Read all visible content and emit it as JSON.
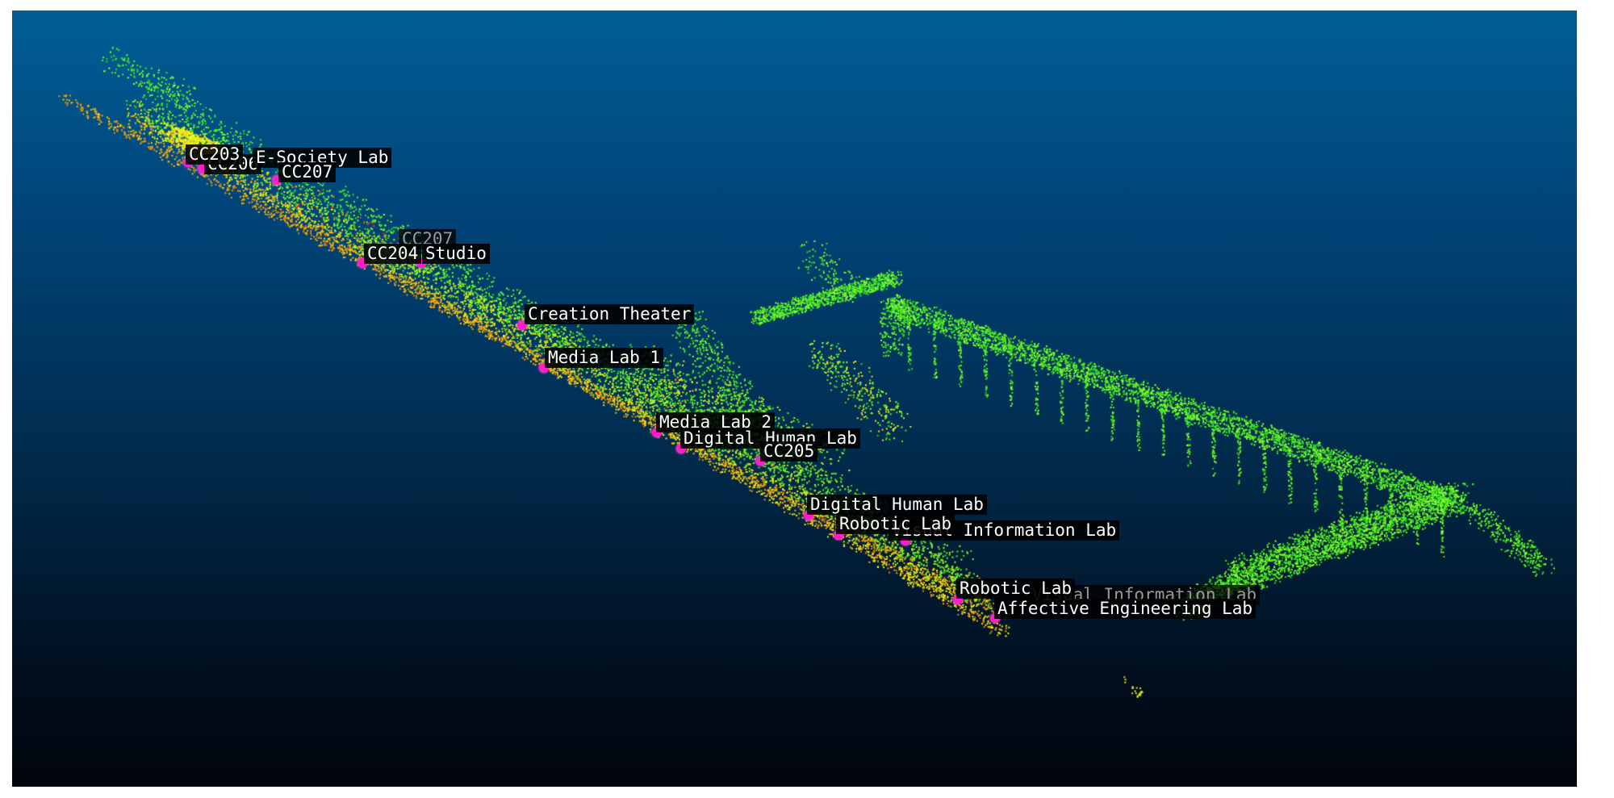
{
  "viewer": {
    "colors": {
      "sky_top": "#005f96",
      "sky_bottom": "#01050c",
      "pin": "#ff1ec8"
    },
    "labels": [
      {
        "id": "cc203",
        "text": "CC203"
      },
      {
        "id": "cc206",
        "text": "CC206"
      },
      {
        "id": "esociety",
        "text": "E-Society Lab"
      },
      {
        "id": "cc207a",
        "text": "CC207"
      },
      {
        "id": "cc207b",
        "text": "CC207"
      },
      {
        "id": "cc204",
        "text": "CC204"
      },
      {
        "id": "studio",
        "text": "Studio"
      },
      {
        "id": "creation",
        "text": "Creation Theater"
      },
      {
        "id": "media1",
        "text": "Media Lab 1"
      },
      {
        "id": "media2",
        "text": "Media Lab 2"
      },
      {
        "id": "digital1",
        "text": "Digital Human Lab"
      },
      {
        "id": "cc205",
        "text": "CC205"
      },
      {
        "id": "digital2",
        "text": "Digital Human Lab"
      },
      {
        "id": "robotic1",
        "text": "Robotic Lab"
      },
      {
        "id": "visual1",
        "text": "Visual Information Lab"
      },
      {
        "id": "visual2",
        "text": "Visual Information Lab"
      },
      {
        "id": "robotic2",
        "text": "Robotic Lab"
      },
      {
        "id": "affective",
        "text": "Affective Engineering Lab"
      }
    ]
  }
}
